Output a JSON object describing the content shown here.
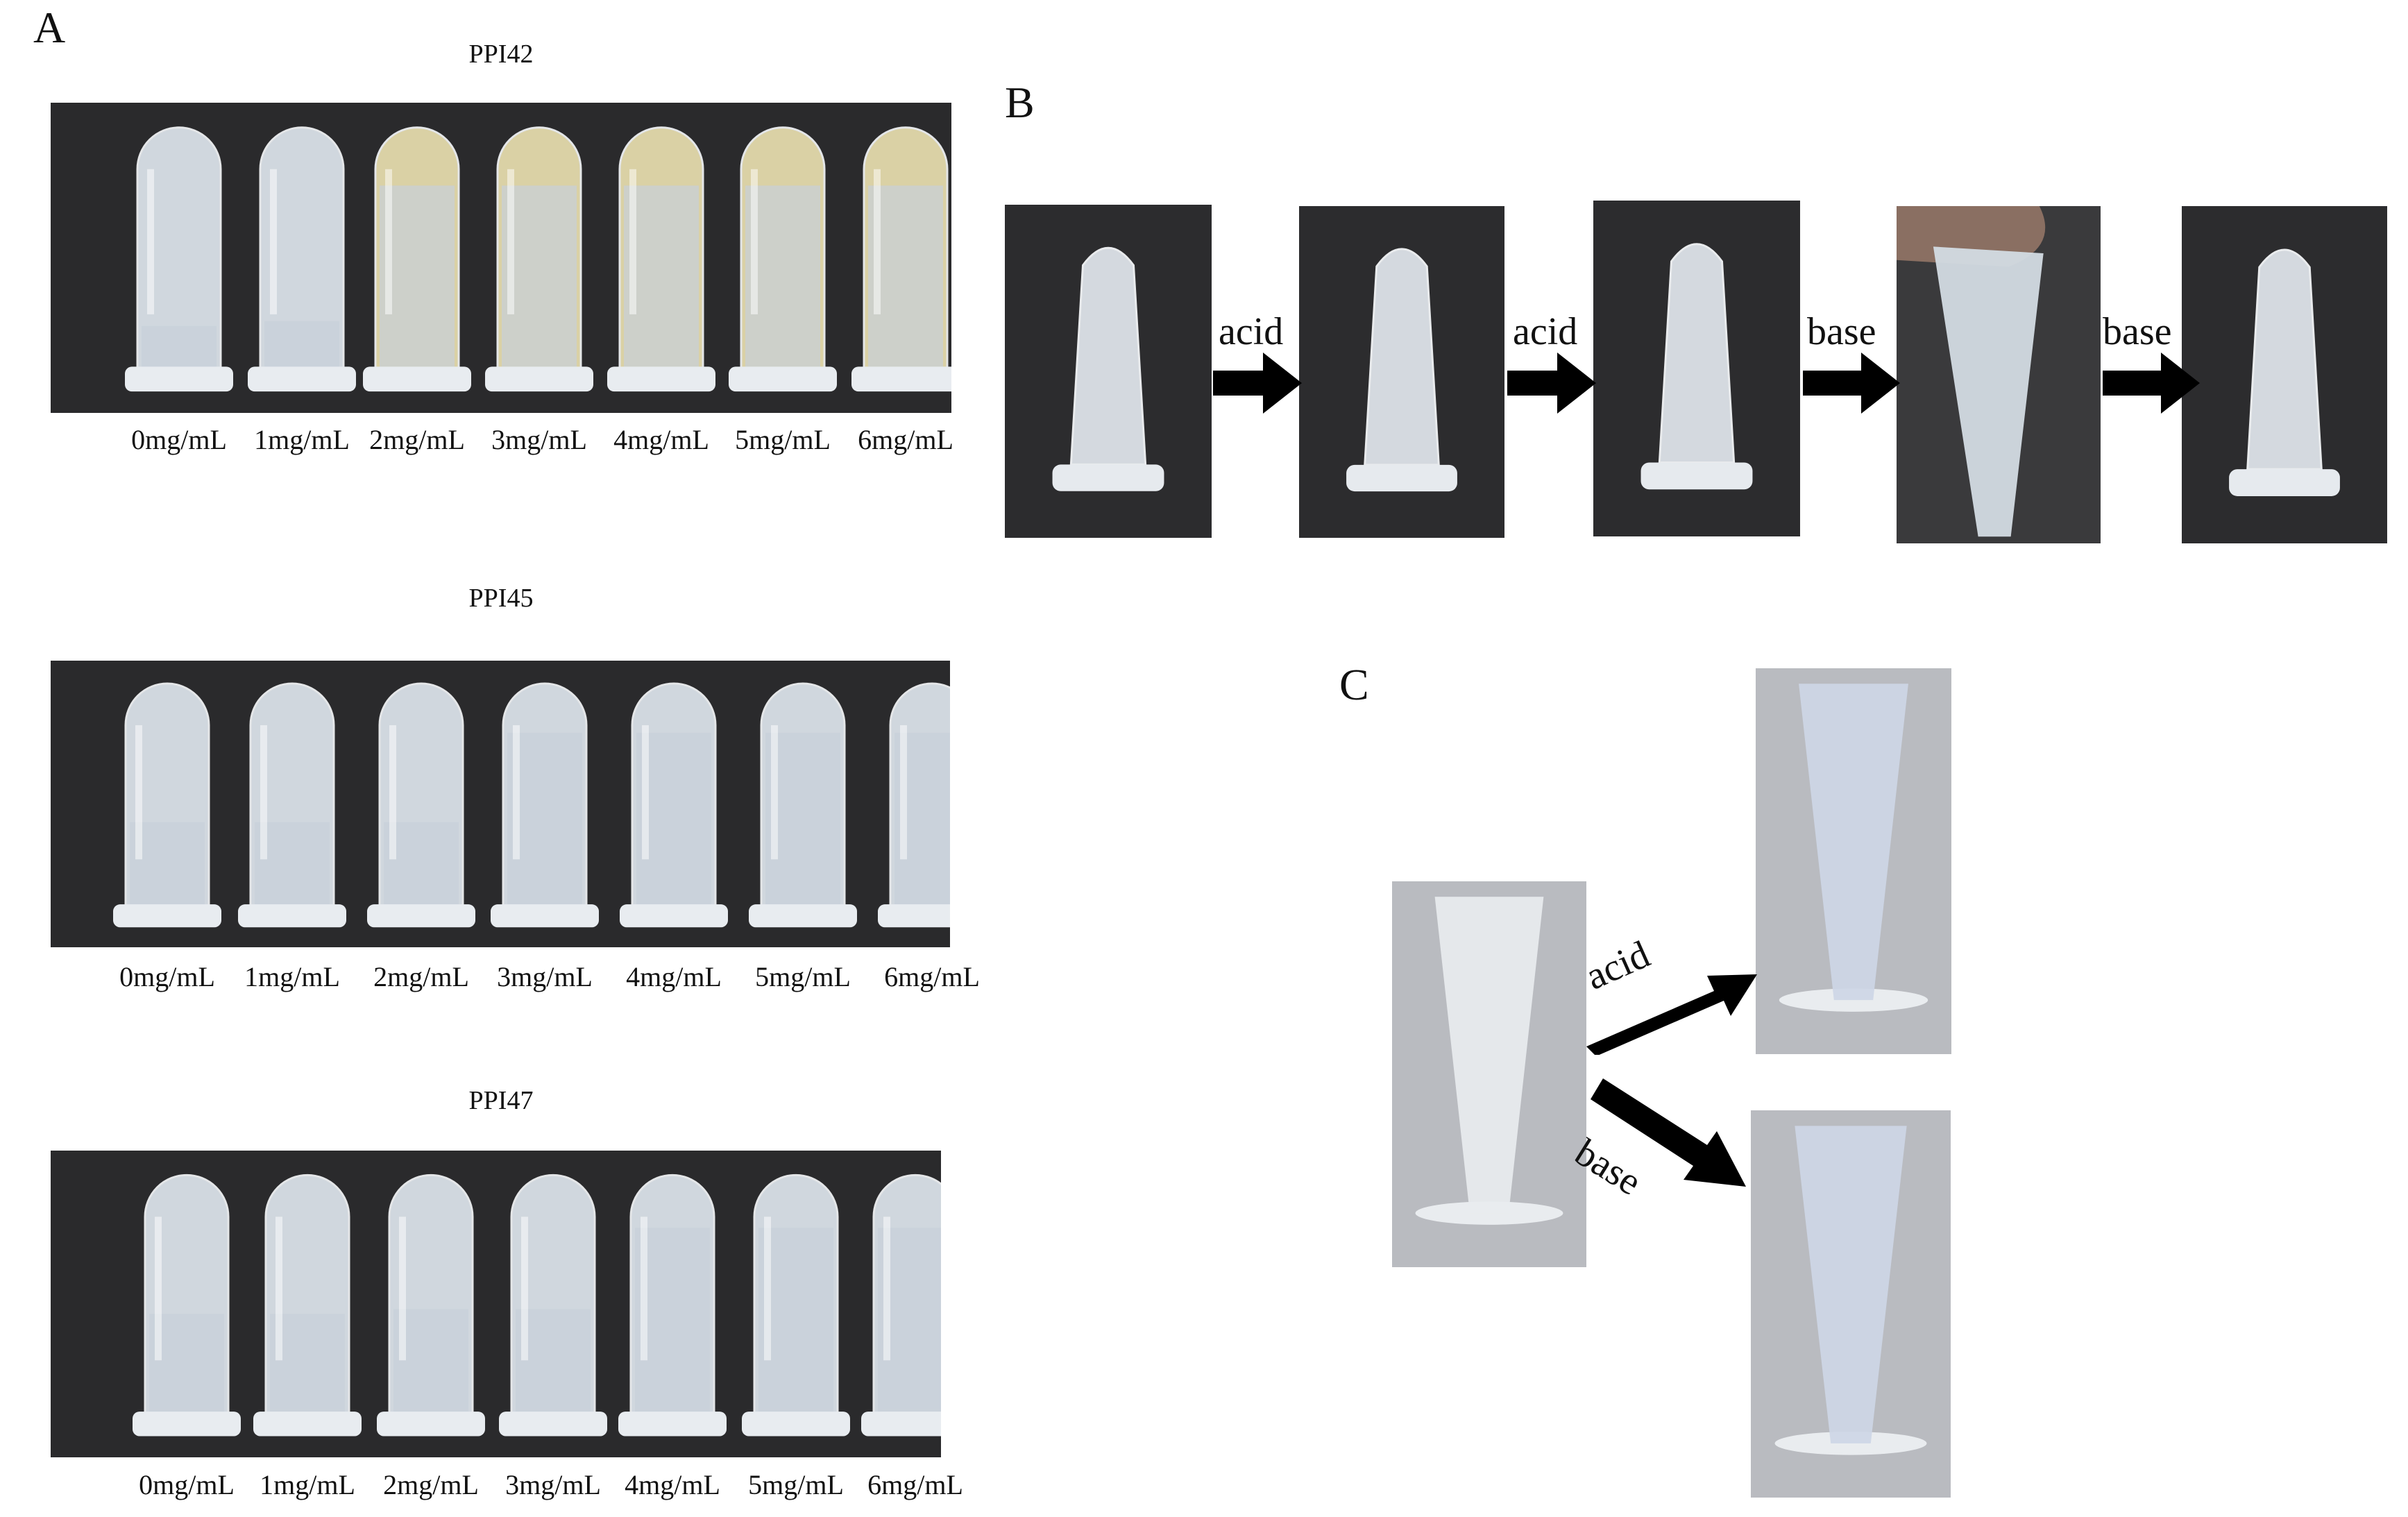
{
  "panels": {
    "a": {
      "letter": "A"
    },
    "b": {
      "letter": "B"
    },
    "c": {
      "letter": "C"
    }
  },
  "panel_a": {
    "rows": [
      {
        "title": "PPI42",
        "tube_tint": "yellow",
        "labels": [
          "0mg/mL",
          "1mg/mL",
          "2mg/mL",
          "3mg/mL",
          "4mg/mL",
          "5mg/mL",
          "6mg/mL"
        ]
      },
      {
        "title": "PPI45",
        "tube_tint": "clear",
        "labels": [
          "0mg/mL",
          "1mg/mL",
          "2mg/mL",
          "3mg/mL",
          "4mg/mL",
          "5mg/mL",
          "6mg/mL"
        ]
      },
      {
        "title": "PPI47",
        "tube_tint": "clear",
        "labels": [
          "0mg/mL",
          "1mg/mL",
          "2mg/mL",
          "3mg/mL",
          "4mg/mL",
          "5mg/mL",
          "6mg/mL"
        ]
      }
    ]
  },
  "panel_b": {
    "arrows": [
      "acid",
      "acid",
      "base",
      "base"
    ]
  },
  "panel_c": {
    "arrows": [
      "acid",
      "base"
    ]
  },
  "colors": {
    "background_dark": "#2a2a2c",
    "arrow": "#000000",
    "tube_clear": "#dfe6ee",
    "tube_yellow": "#e9e0b0"
  }
}
